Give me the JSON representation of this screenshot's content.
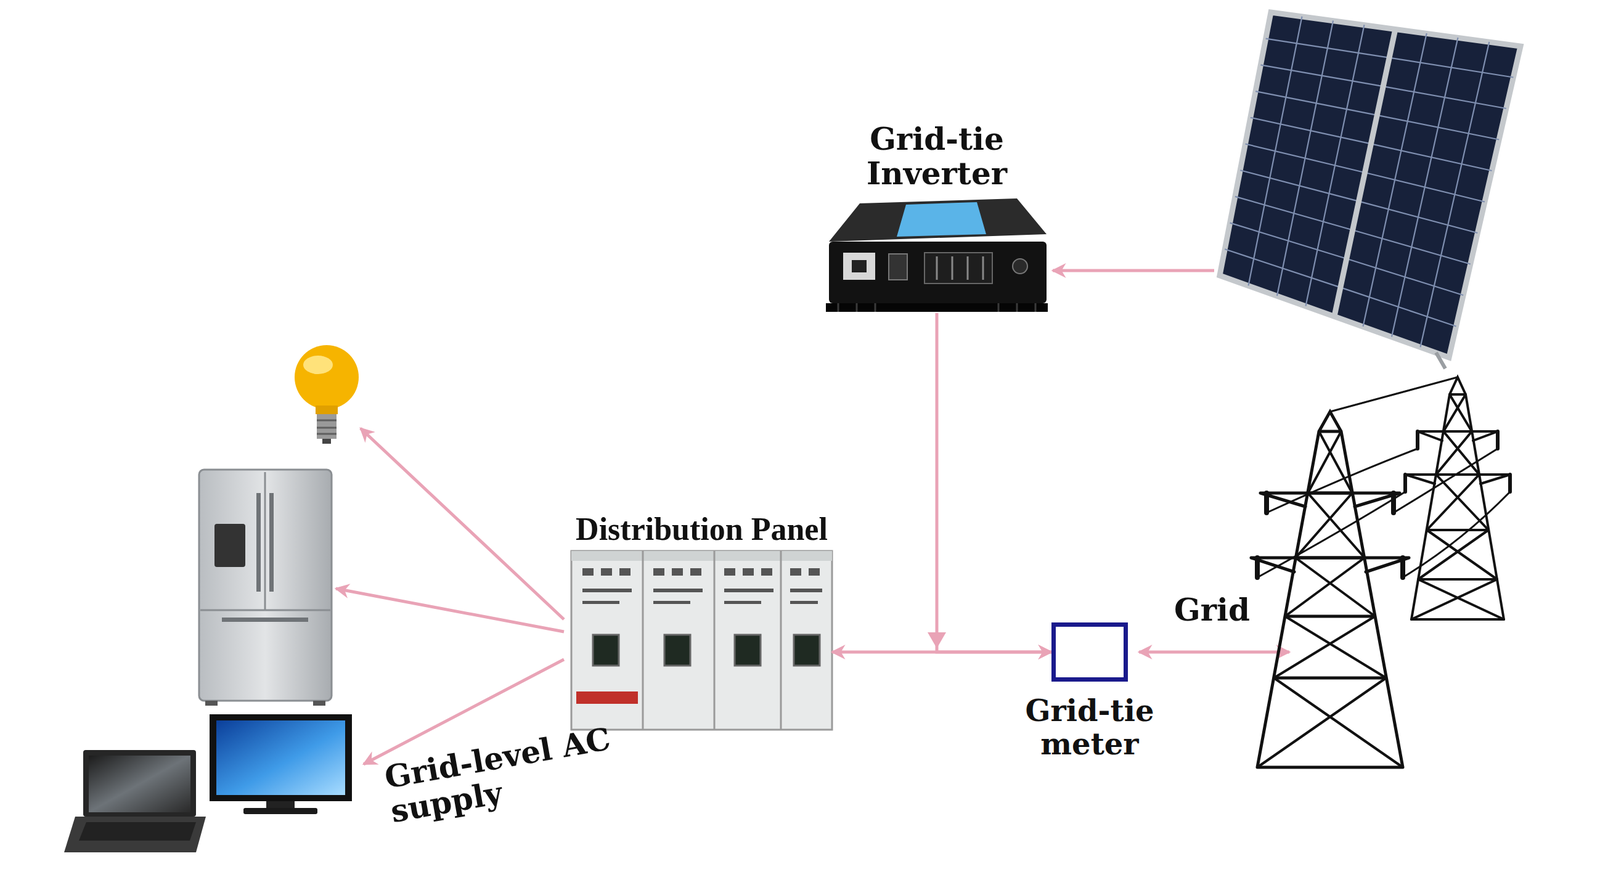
{
  "diagram": {
    "nodes": [
      {
        "text": [
          "Grid-tie Inverter"
        ]
      },
      {
        "text": [
          "Distribution Panel"
        ]
      },
      {
        "text": [
          "Grid-tie meter"
        ]
      }
    ],
    "edges": [
      {
        "from": 1,
        "to": 2,
        "arrow": "both"
      },
      {
        "from": 0,
        "to": 2,
        "arrow": "to"
      }
    ],
    "labels": [
      "Grid",
      "Grid-level AC supply"
    ]
  }
}
